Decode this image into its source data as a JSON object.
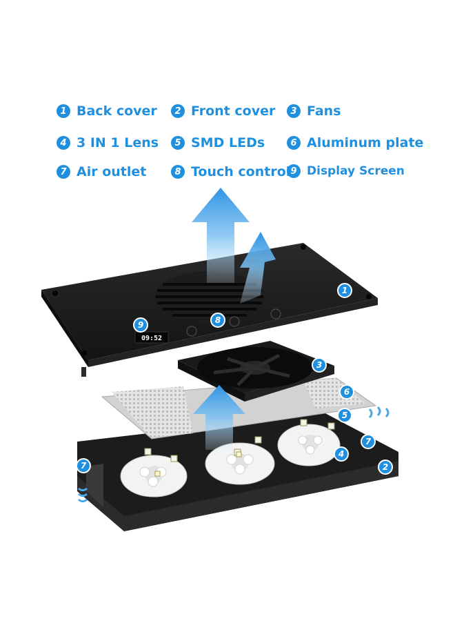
{
  "legend": [
    {
      "num": "1",
      "label": "Back cover"
    },
    {
      "num": "2",
      "label": "Front cover"
    },
    {
      "num": "3",
      "label": "Fans"
    },
    {
      "num": "4",
      "label": "3 IN 1 Lens"
    },
    {
      "num": "5",
      "label": "SMD LEDs"
    },
    {
      "num": "6",
      "label": "Aluminum plate"
    },
    {
      "num": "7",
      "label": "Air outlet"
    },
    {
      "num": "8",
      "label": "Touch control"
    },
    {
      "num": "9",
      "label": "Display Screen"
    }
  ],
  "display_readout": "09:52",
  "colors": {
    "accent": "#1f8fe0",
    "device_black": "#1b1b1b",
    "airflow_blue": "#4aa7e8",
    "plate": "#cfcfcf"
  }
}
